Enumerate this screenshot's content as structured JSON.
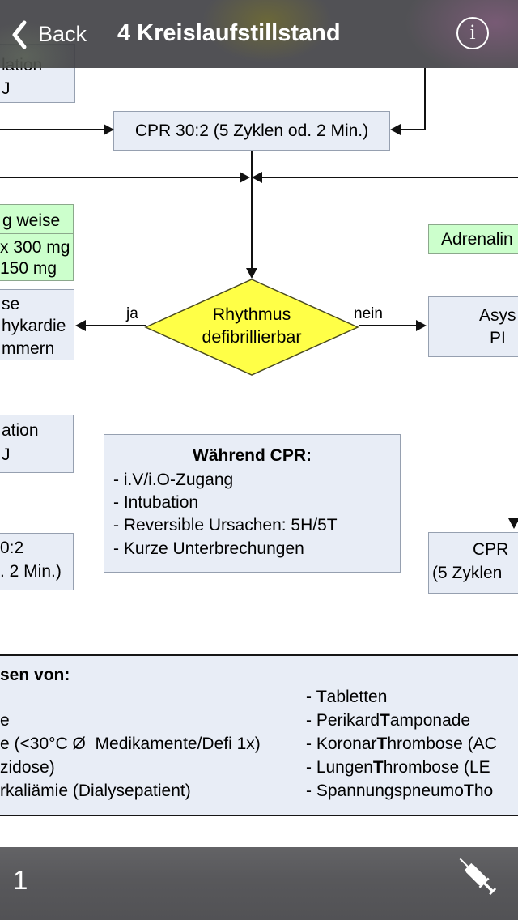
{
  "navbar": {
    "back_label": "Back",
    "title": "4 Kreislaufstillstand",
    "info_glyph": "i"
  },
  "flowchart": {
    "cpr_top": "CPR 30:2 (5 Zyklen od. 2 Min.)",
    "defib_top": {
      "line1": "lation",
      "line2": "J"
    },
    "amiodaron_box": {
      "header": "g weise",
      "dose1": "x 300 mg",
      "dose2": "150 mg"
    },
    "adrenalin_label": "Adrenalin",
    "vf_box": {
      "line1": "se",
      "line2": "hykardie",
      "line3": "mmern"
    },
    "decision": {
      "line1": "Rhythmus",
      "line2": "defibrillierbar",
      "yes_label": "ja",
      "no_label": "nein"
    },
    "asystolie_box": {
      "line1": "Asys",
      "line2": "PI"
    },
    "defib_mid": {
      "line1": "ation",
      "line2": "J"
    },
    "waehrend_cpr": {
      "title": "Während CPR:",
      "items": [
        "- i.V/i.O-Zugang",
        "- Intubation",
        "- Reversible Ursachen: 5H/5T",
        "- Kurze Unterbrechungen"
      ]
    },
    "cpr_left": {
      "line1": "0:2",
      "line2": ". 2 Min.)"
    },
    "cpr_right": {
      "line1": "CPR",
      "line2": "(5 Zyklen"
    },
    "causes_box": {
      "title": "sen von:",
      "left_items": [
        "e",
        "e (<30°C Ø  Medikamente/Defi 1x)",
        "zidose)",
        "rkaliämie (Dialysepatient)"
      ],
      "right_items": [
        {
          "p1": "- ",
          "b": "T",
          "p2": "abletten"
        },
        {
          "p1": "- Perikard",
          "b": "T",
          "p2": "amponade"
        },
        {
          "p1": "- Koronar",
          "b": "T",
          "p2": "hrombose (AC"
        },
        {
          "p1": "- Lungen",
          "b": "T",
          "p2": "hrombose (LE"
        },
        {
          "p1": "- Spannungspneumo",
          "b": "T",
          "p2": "ho"
        }
      ]
    }
  },
  "toolbar": {
    "page_number": "1",
    "syringe_icon": "syringe-icon"
  },
  "colors": {
    "navbar_bg": "#56565a",
    "toolbar_bg": "#58585b",
    "node_fill": "#e8edf6",
    "node_border": "#96a0b0",
    "green_fill": "#ccffcc",
    "diamond_fill": "#ffff47",
    "line_color": "#111111",
    "nav_text": "#ffffff"
  }
}
